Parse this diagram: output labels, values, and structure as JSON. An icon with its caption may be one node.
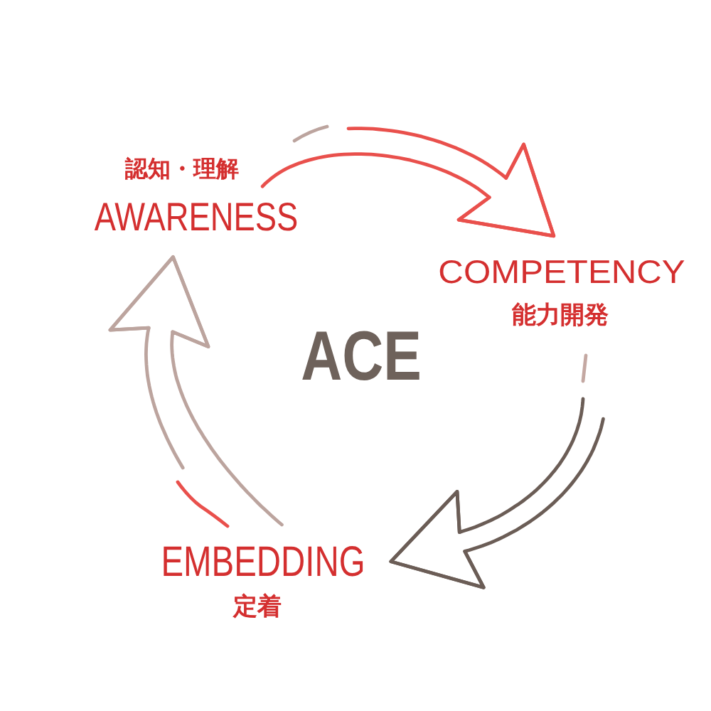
{
  "diagram": {
    "nodes": [
      {
        "text": [
          "認知・理解",
          "AWARENESS"
        ]
      },
      {
        "text": [
          "COMPETENCY",
          "能力開発"
        ]
      },
      {
        "text": [
          "EMBEDDING",
          "定着"
        ]
      }
    ],
    "edges": [
      {
        "from": 0,
        "to": 1,
        "arrow": "to",
        "color": "#e9504c"
      },
      {
        "from": 1,
        "to": 2,
        "arrow": "to",
        "color": "#6b5d56"
      },
      {
        "from": 2,
        "to": 0,
        "arrow": "to",
        "color": "#bca49e"
      }
    ],
    "labels": [
      "ACE"
    ]
  }
}
